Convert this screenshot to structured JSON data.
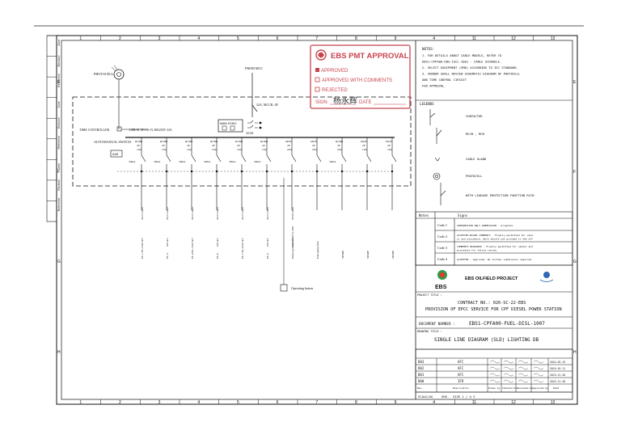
{
  "sheet": {
    "col_numbers_left": [
      "1",
      "2",
      "3",
      "4",
      "5",
      "6",
      "7",
      "8",
      "9"
    ],
    "col_numbers_right": [
      "4",
      "11",
      "12",
      "13"
    ],
    "row_letters": [
      "E",
      "F",
      "G",
      "H"
    ]
  },
  "revision_strip": [
    "Zone",
    "Revision",
    "Reference",
    "Zone",
    "Revision",
    "Reference",
    "Zone",
    "Revision",
    "Reference"
  ],
  "diagram": {
    "photocell_label": "PHOTOCELL",
    "from_source": "FROM MCC",
    "main_breaker": "32A, MCCB, 4P",
    "timer_label": "TIME CONTROLLER",
    "contactor_spec": "LDB-01 3P+PE+N 380/230V 32A",
    "auto_manual": "AUTO/MANUAL SWITCH",
    "am_box": "A/M",
    "main_rcbo": "MAIN RCBO",
    "busbar": "32/4A",
    "op_button": "Operating button",
    "breakers": [
      {
        "type": "RCBO",
        "poles": "2P",
        "rating": "16A",
        "rcd": "30mA",
        "cable": "3C2.5 mm2",
        "wire": "0.6/1kV",
        "circuit": "FL-1  FL-2"
      },
      {
        "type": "RCBO",
        "poles": "2P",
        "rating": "16A",
        "rcd": "30mA",
        "cable": "3C2.5 mm2",
        "wire": "0.6/1kV",
        "circuit": "FL-3"
      },
      {
        "type": "RCBO",
        "poles": "2P",
        "rating": "16A",
        "rcd": "30mA",
        "cable": "3C2.5 mm2",
        "wire": "0.6/1kV",
        "circuit": "FL-4  FL-5"
      },
      {
        "type": "RCBO",
        "poles": "2P",
        "rating": "16A",
        "rcd": "30mA",
        "cable": "3C2.5 mm2",
        "wire": "0.6/1kV",
        "circuit": "FL-6"
      },
      {
        "type": "RCBO",
        "poles": "2P",
        "rating": "16A",
        "rcd": "30mA",
        "cable": "3C2.5 mm2",
        "wire": "0.6/1kV",
        "circuit": "FL-7  FL-8"
      },
      {
        "type": "RCBO",
        "poles": "2P",
        "rating": "16A",
        "rcd": "30mA",
        "cable": "3C2.5 mm2",
        "wire": "0.6/1kV",
        "circuit": "FL-9"
      },
      {
        "type": "MCB",
        "poles": "2P",
        "rating": "20A",
        "rcd": "",
        "cable": "3C6.0 mm2",
        "wire": "0.6/1kV",
        "circuit": "Diesel generator feed  S1-200"
      },
      {
        "type": "MCB",
        "poles": "2P",
        "rating": "20A",
        "rcd": "",
        "cable": "",
        "wire": "",
        "circuit": "Fuel pump feed"
      },
      {
        "type": "RCBO",
        "poles": "2P",
        "rating": "20A",
        "rcd": "30mA",
        "cable": "",
        "wire": "",
        "circuit": "SPARE"
      },
      {
        "type": "MCB",
        "poles": "2P",
        "rating": "16A",
        "rcd": "",
        "cable": "",
        "wire": "",
        "circuit": "SPARE"
      },
      {
        "type": "MCB",
        "poles": "2P",
        "rating": "16A",
        "rcd": "",
        "cable": "",
        "wire": "",
        "circuit": "SPARE"
      }
    ]
  },
  "stamp": {
    "title": "EBS PMT APPROVAL",
    "approved": "APPROVED",
    "approved_comments": "APPROVED WITH COMMENTS",
    "rejected": "REJECTED",
    "sign": "SIGN",
    "date": "DATE",
    "signature": "杨永辉"
  },
  "notes": {
    "heading": "NOTES:",
    "lines": [
      "1. FOR DETAILS ABOUT CABLE MODELS, REFER TO",
      "   EBS1-CPFA00-EBS-ISCL-1001 - CABLE SCHEDULE.",
      "2. SELECT EQUIPMENT (SMD) ACCORDING TO IEC STANDARD.",
      "3. VENDOR SHALL REVIEW SCHEMATIC DIAGRAM OF PHOTOCELL",
      "   AND TIME CONTROL CIRCUIT",
      "   FOR APPROVAL."
    ]
  },
  "legend": {
    "heading": "LEGENDS",
    "items": [
      "CONTACTOR",
      "MCCB , MCB",
      "CABLE GLAND",
      "PHOTOCELL",
      "WITH LEAKAGE PROTECTION FUNCTION RCCB"
    ]
  },
  "codes": {
    "header": [
      "Notes",
      "Signs"
    ],
    "rows": [
      {
        "code": "Code 1",
        "text": "INFORMATION ONLY SUBMISSION - Accepted."
      },
      {
        "code": "Code 2",
        "text": "ACCEPTED-MAJOR COMMENTS - Finally permitted for vendor and procedure. Work should not proceed in the affected areas until comments are resolved."
      },
      {
        "code": "Code 3",
        "text": "COMMENTS REQUIRED - Finally permitted for vendor and procedure for future review."
      },
      {
        "code": "Code 4",
        "text": "ACCEPTED - Approved. No further submission required."
      }
    ]
  },
  "title_block": {
    "logo_text": "EBS",
    "project": "EBS OILFIELD PROJECT",
    "project_label": "PROJECT TITLE :",
    "contract": "CONTRACT NO.: 026-SC-22-EBS",
    "provision": "PROVISION OF EPCC SERVICE FOR CPF DIESEL POWER STATION",
    "doc_label": "DOCUMENT NUMBER :",
    "doc_number": "EBS1-CPFA00-FUEL-DISL-1007",
    "drawing_label": "DRAWING TITLE :",
    "drawing_title": "SINGLE LINE DIAGRAM (SLD) LIGHTING DB",
    "revisions": [
      {
        "rev": "D03",
        "desc": "AFC",
        "date": "2024-02-15"
      },
      {
        "rev": "D02",
        "desc": "AFC",
        "date": "2024-01-11"
      },
      {
        "rev": "D01",
        "desc": "AFC",
        "date": "2023-12-26"
      },
      {
        "rev": "D00",
        "desc": "IFR",
        "date": "2023-11-28"
      }
    ],
    "rev_header": [
      "Rev.",
      "Description",
      "Drawn by",
      "Checked by",
      "Reviewed by",
      "Approved by",
      "Date"
    ],
    "scale": "SCALE/AS",
    "sheet": "SHE.",
    "sheet_value": "SIZE 1 / A 3"
  }
}
